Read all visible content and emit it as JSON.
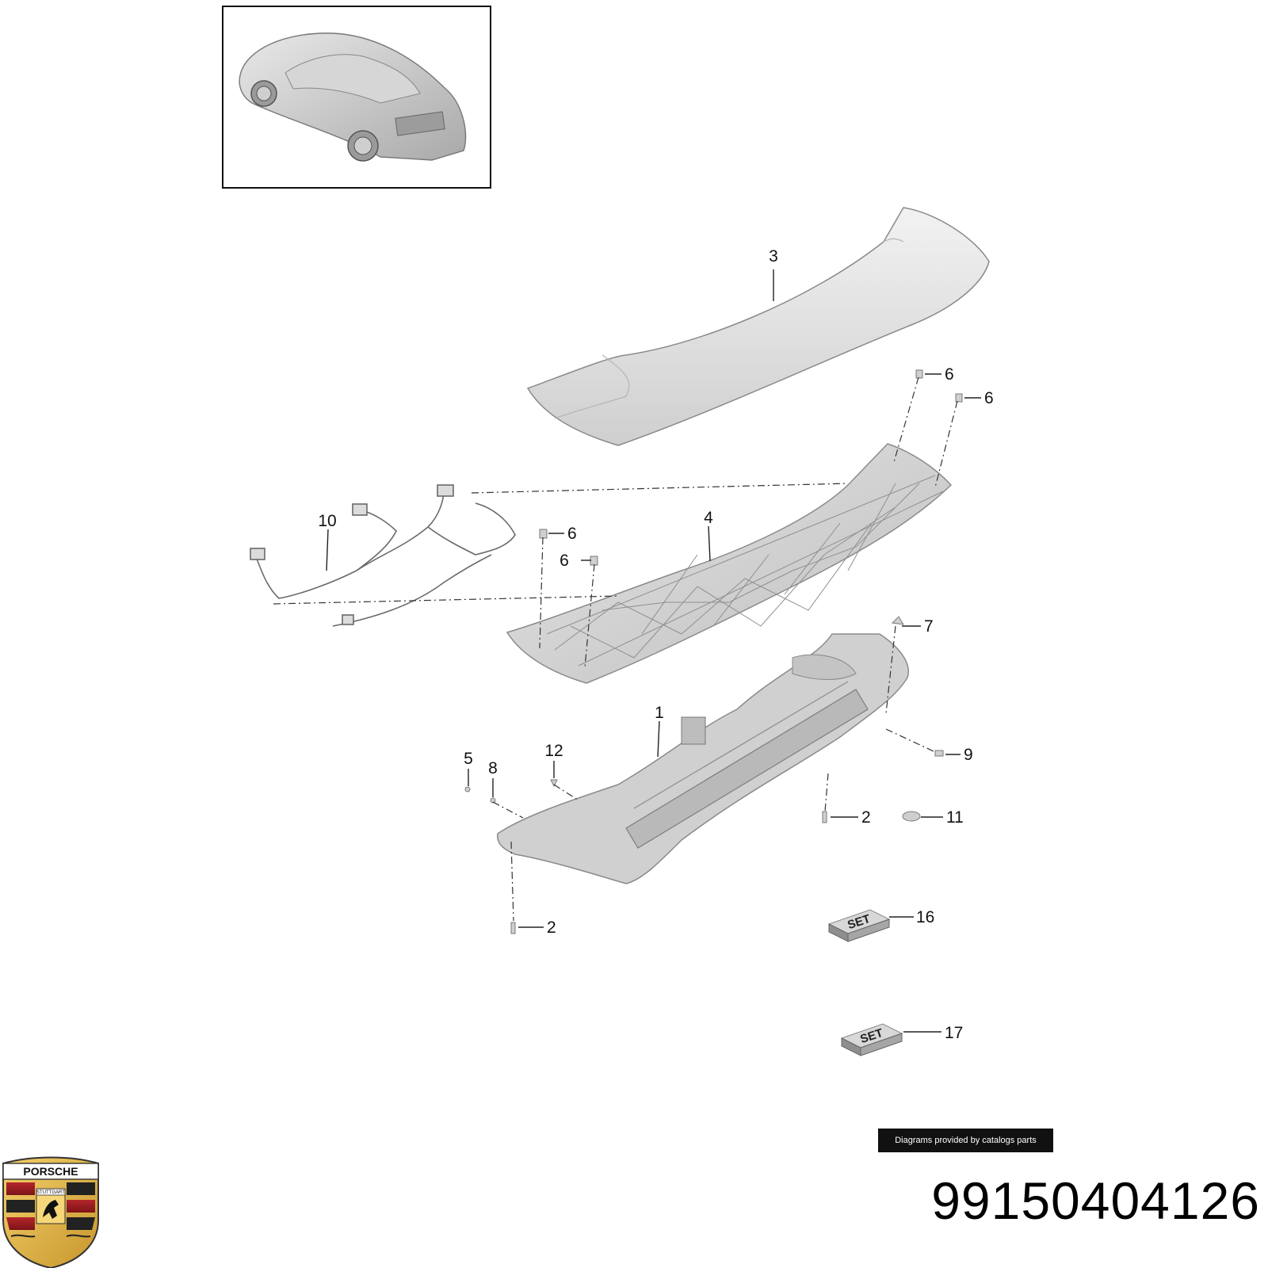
{
  "diagram": {
    "callouts": [
      {
        "id": "c3",
        "label": "3"
      },
      {
        "id": "c6a",
        "label": "6"
      },
      {
        "id": "c6b",
        "label": "6"
      },
      {
        "id": "c10",
        "label": "10"
      },
      {
        "id": "c4",
        "label": "4"
      },
      {
        "id": "c6c",
        "label": "6"
      },
      {
        "id": "c6d",
        "label": "6"
      },
      {
        "id": "c7",
        "label": "7"
      },
      {
        "id": "c1",
        "label": "1"
      },
      {
        "id": "c5",
        "label": "5"
      },
      {
        "id": "c8",
        "label": "8"
      },
      {
        "id": "c12",
        "label": "12"
      },
      {
        "id": "c9",
        "label": "9"
      },
      {
        "id": "c2a",
        "label": "2"
      },
      {
        "id": "c11",
        "label": "11"
      },
      {
        "id": "c2b",
        "label": "2"
      },
      {
        "id": "c16",
        "label": "16"
      },
      {
        "id": "c17",
        "label": "17"
      }
    ],
    "set_boxes": [
      {
        "label": "SET"
      },
      {
        "label": "SET"
      }
    ]
  },
  "footer": {
    "credit": "Diagrams provided by catalogs parts",
    "part_number": "99150404126"
  },
  "logo": {
    "name": "porsche-crest",
    "text_top": "PORSCHE",
    "text_mid": "STUTTGART"
  }
}
